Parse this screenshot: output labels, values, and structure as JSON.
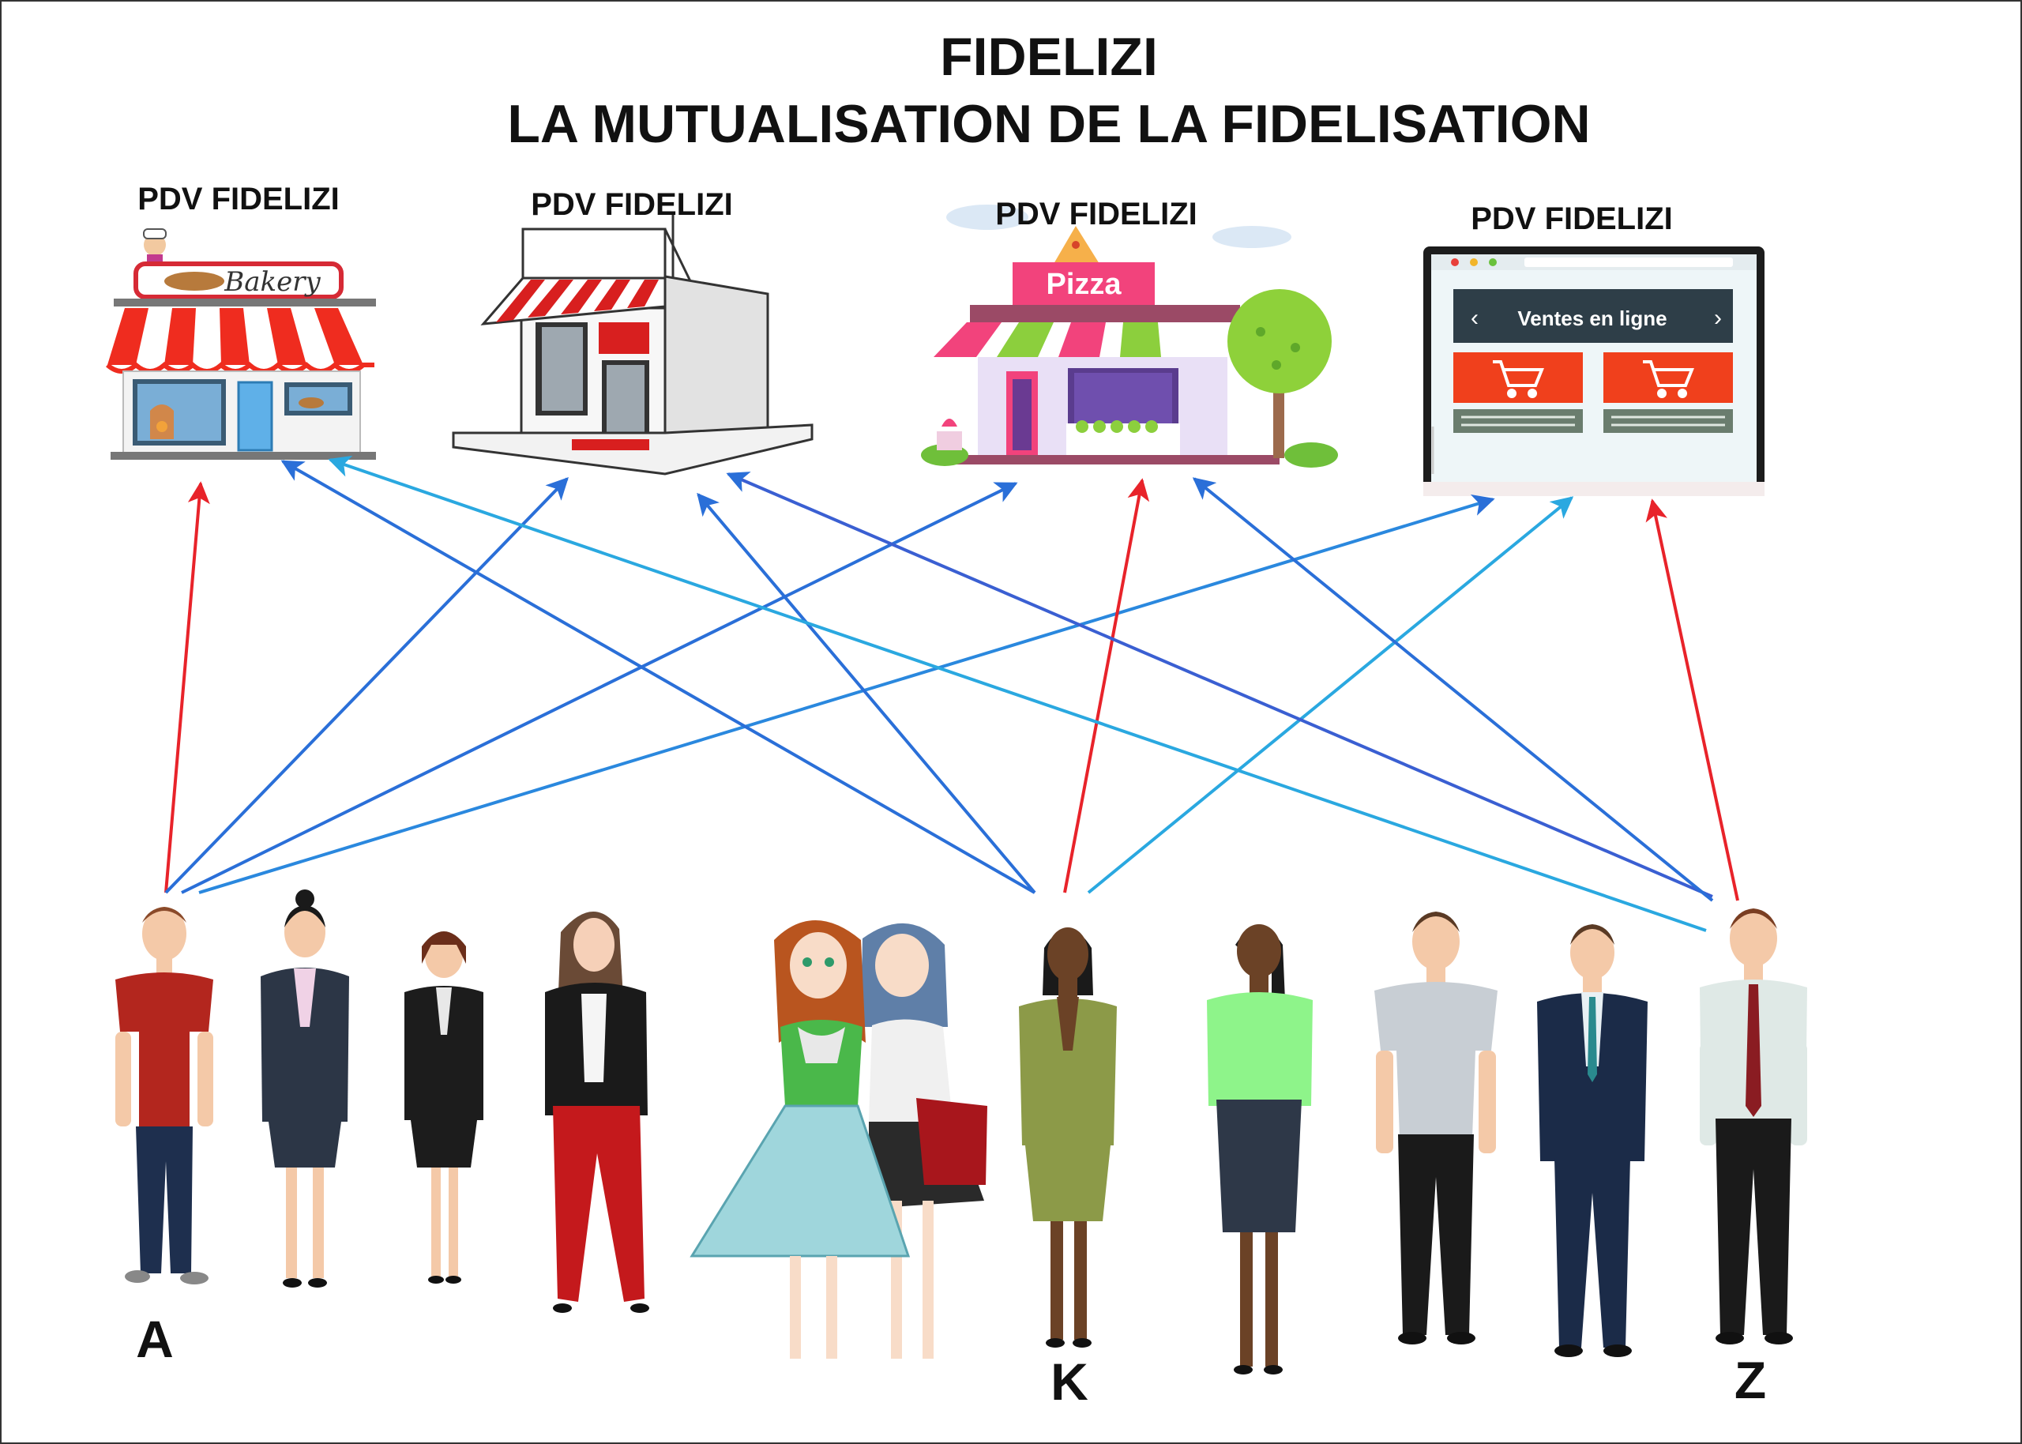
{
  "title": {
    "line1": "FIDELIZI",
    "line2": "LA MUTUALISATION DE LA FIDELISATION"
  },
  "stores": [
    {
      "id": "bakery",
      "label": "PDV FIDELIZI",
      "sign": "Bakery"
    },
    {
      "id": "shop",
      "label": "PDV FIDELIZI"
    },
    {
      "id": "pizza",
      "label": "PDV FIDELIZI",
      "sign": "Pizza"
    },
    {
      "id": "online",
      "label": "PDV FIDELIZI",
      "banner": "Ventes en ligne"
    }
  ],
  "customer_labels": {
    "first": "A",
    "middle": "K",
    "last": "Z"
  },
  "colors": {
    "arrow_red": "#e8232a",
    "arrow_blue": "#2a6fd8",
    "arrow_lightblue": "#2aa8e0",
    "border": "#333333"
  }
}
